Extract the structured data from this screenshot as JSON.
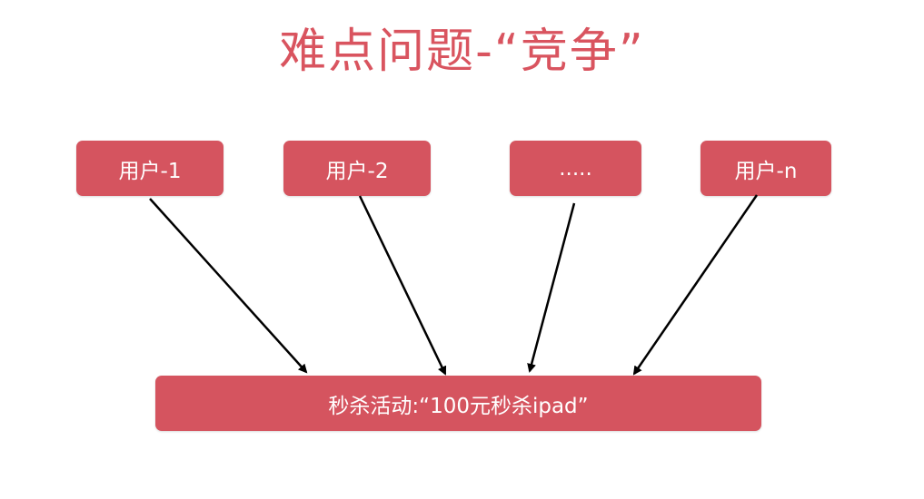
{
  "title": "难点问题-“竞争”",
  "users": [
    {
      "label": "用户-1"
    },
    {
      "label": "用户-2"
    },
    {
      "label": "....."
    },
    {
      "label": "用户-n"
    }
  ],
  "target": {
    "label": "秒杀活动:“100元秒杀ipad”"
  },
  "colors": {
    "accent": "#d5545f",
    "title": "#d9545f",
    "arrow": "#000000"
  }
}
